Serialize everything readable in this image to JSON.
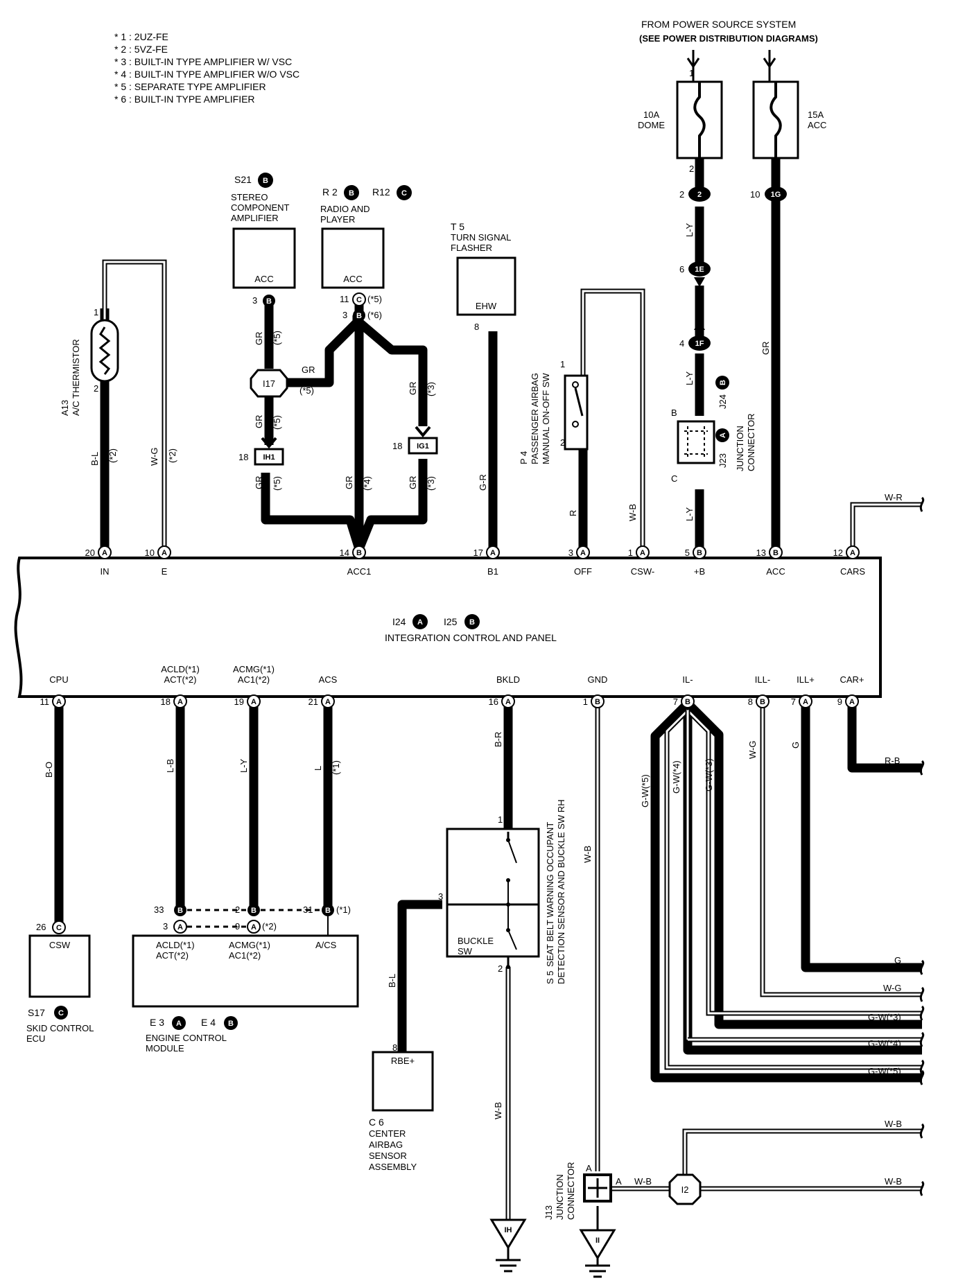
{
  "notes": [
    "* 1 : 2UZ-FE",
    "* 2 : 5VZ-FE",
    "* 3 : BUILT-IN TYPE AMPLIFIER W/ VSC",
    "* 4 : BUILT-IN TYPE AMPLIFIER W/O VSC",
    "* 5 : SEPARATE TYPE AMPLIFIER",
    "* 6 : BUILT-IN TYPE AMPLIFIER"
  ],
  "power_source": {
    "line1": "FROM POWER SOURCE SYSTEM",
    "line2": "(SEE POWER DISTRIBUTION DIAGRAMS)",
    "fuse_dome": [
      "10A",
      "DOME"
    ],
    "fuse_acc": [
      "15A",
      "ACC"
    ]
  },
  "main_unit": {
    "ids": [
      "I24",
      "I25"
    ],
    "id_connectors": [
      "A",
      "B"
    ],
    "name": "INTEGRATION CONTROL AND PANEL",
    "top_pins": [
      {
        "num": "20",
        "conn": "A",
        "label": "IN"
      },
      {
        "num": "10",
        "conn": "A",
        "label": "E"
      },
      {
        "num": "14",
        "conn": "B",
        "label": "ACC1"
      },
      {
        "num": "17",
        "conn": "A",
        "label": "B1"
      },
      {
        "num": "3",
        "conn": "A",
        "label": "OFF"
      },
      {
        "num": "1",
        "conn": "A",
        "label": "CSW-"
      },
      {
        "num": "5",
        "conn": "B",
        "label": "+B"
      },
      {
        "num": "13",
        "conn": "B",
        "label": "ACC"
      },
      {
        "num": "12",
        "conn": "A",
        "label": "CARS"
      }
    ],
    "bottom_pins": [
      {
        "num": "11",
        "conn": "A",
        "label": "CPU"
      },
      {
        "num": "18",
        "conn": "A",
        "label": "ACLD(*1)",
        "label2": "ACT(*2)"
      },
      {
        "num": "19",
        "conn": "A",
        "label": "ACMG(*1)",
        "label2": "AC1(*2)"
      },
      {
        "num": "21",
        "conn": "A",
        "label": "ACS"
      },
      {
        "num": "16",
        "conn": "A",
        "label": "BKLD"
      },
      {
        "num": "1",
        "conn": "B",
        "label": "GND"
      },
      {
        "num": "7",
        "conn": "B",
        "label": "IL-"
      },
      {
        "num": "8",
        "conn": "B",
        "label": "ILL-"
      },
      {
        "num": "7",
        "conn": "A",
        "label": "ILL+"
      },
      {
        "num": "9",
        "conn": "A",
        "label": "CAR+"
      }
    ]
  },
  "components": {
    "thermistor": {
      "id": "A13",
      "name": "A/C THERMISTOR",
      "pin1": "1",
      "pin2": "2"
    },
    "amplifier": {
      "id": "S21",
      "conn": "B",
      "name": [
        "STEREO",
        "COMPONENT",
        "AMPLIFIER"
      ],
      "pin_label": "ACC",
      "pin": "3",
      "pin_conn": "B"
    },
    "radio": {
      "ids": [
        "R 2",
        "R12"
      ],
      "conns": [
        "B",
        "C"
      ],
      "name": [
        "RADIO AND",
        "PLAYER"
      ],
      "pin_label": "ACC",
      "pin_a": "11",
      "pin_a_conn": "C",
      "pin_a_note": "(*5)",
      "pin_b": "3",
      "pin_b_conn": "B",
      "pin_b_note": "(*6)"
    },
    "flasher": {
      "id": "T 5",
      "name": [
        "TURN SIGNAL",
        "FLASHER"
      ],
      "pin_label": "EHW",
      "pin": "8"
    },
    "airbag_sw": {
      "id": "P 4",
      "name": [
        "PASSENGER AIRBAG",
        "MANUAL ON-OFF SW"
      ],
      "pin1": "1",
      "pin2": "2"
    },
    "junction_j23": {
      "ids": [
        "J23",
        "J24"
      ],
      "conns": [
        "A",
        "B"
      ],
      "name": [
        "JUNCTION",
        "CONNECTOR"
      ],
      "pin_top": "B",
      "pin_bottom": "C"
    },
    "skid_ecu": {
      "id": "S17",
      "conn": "C",
      "name": [
        "SKID CONTROL",
        "ECU"
      ],
      "pin_label": "CSW",
      "pin": "26",
      "pin_conn": "C"
    },
    "ecm": {
      "ids": [
        "E 3",
        "E 4"
      ],
      "conns": [
        "A",
        "B"
      ],
      "name": [
        "ENGINE CONTROL",
        "MODULE"
      ],
      "pins": [
        {
          "labels": [
            "ACLD(*1)",
            "ACT(*2)"
          ],
          "b_pin": "33",
          "a_pin": "3"
        },
        {
          "labels": [
            "ACMG(*1)",
            "AC1(*2)"
          ],
          "b_pin": "2",
          "a_pin": "9",
          "a_note": "(*2)"
        },
        {
          "labels": [
            "A/CS"
          ],
          "b_pin": "31",
          "b_note": "(*1)"
        }
      ]
    },
    "seatbelt": {
      "id": "S 5",
      "name": [
        "SEAT BELT WARNING OCCUPANT",
        "DETECTION SENSOR AND BUCKLE SW RH"
      ],
      "inner": [
        "BUCKLE",
        "SW"
      ],
      "pin1": "1",
      "pin2": "2",
      "pin3": "3"
    },
    "airbag_sensor": {
      "id": "C 6",
      "name": [
        "CENTER",
        "AIRBAG",
        "SENSOR",
        "ASSEMBLY"
      ],
      "pin_label": "RBE+",
      "pin": "8"
    },
    "junction_j13": {
      "id": "J13",
      "name": [
        "JUNCTION",
        "CONNECTOR"
      ],
      "pin_top": "A",
      "pin_right": "A"
    }
  },
  "connectors": {
    "i17": "I17",
    "ih1": "IH1",
    "ih1_pin": "18",
    "ig1": "IG1",
    "ig1_pin": "18",
    "c2": "2",
    "c2_pin": "2",
    "c1e": "1E",
    "c1e_pin": "6",
    "c1f": "1F",
    "c1f_pin": "4",
    "c1g": "1G",
    "c1g_pin": "10",
    "fuse_dome_in": "1",
    "fuse_dome_out": "2",
    "i2": "I2",
    "ground_ih": "IH",
    "ground_ii": "II"
  },
  "wires": {
    "bl": "B-L",
    "wg": "W-G",
    "gr": "GR",
    "gr_amp": "GR",
    "gr_mid": "GR",
    "gr_ih1": "GR",
    "gr_ih1_low": "GR",
    "gr_center": "GR",
    "gr_ig1": "GR",
    "gr_ig1_low": "GR",
    "gr_acc": "GR",
    "ly1": "L-Y",
    "ly2": "L-Y",
    "ly3": "L-Y",
    "gr_flasher": "G-R",
    "r": "R",
    "wb_csw": "W-B",
    "wr": "W-R",
    "rb": "R-B",
    "bo": "B-O",
    "lb": "L-B",
    "ly_ecm": "L-Y",
    "l": "L",
    "br": "B-R",
    "wb_gnd": "W-B",
    "wb_ground": "W-B",
    "bl_low": "B-L",
    "gw5": "G-W(*5)",
    "gw4": "G-W(*4)",
    "gw3": "G-W(*3)",
    "wg_ill": "W-G",
    "g": "G",
    "out_g": "G",
    "out_wg": "W-G",
    "out_gw3": "G-W(*3)",
    "out_gw4": "G-W(*4)",
    "out_gw5": "G-W(*5)",
    "out_wb1": "W-B",
    "out_wb2": "W-B",
    "wb_j13": "W-B"
  },
  "notes_wire": {
    "n2a": "(*2)",
    "n2b": "(*2)",
    "n5a": "(*5)",
    "n5b": "(*5)",
    "n5c": "(*5)",
    "n5d": "(*5)",
    "n3a": "(*3)",
    "n3b": "(*3)",
    "n4": "(*4)",
    "n1": "(*1)"
  }
}
